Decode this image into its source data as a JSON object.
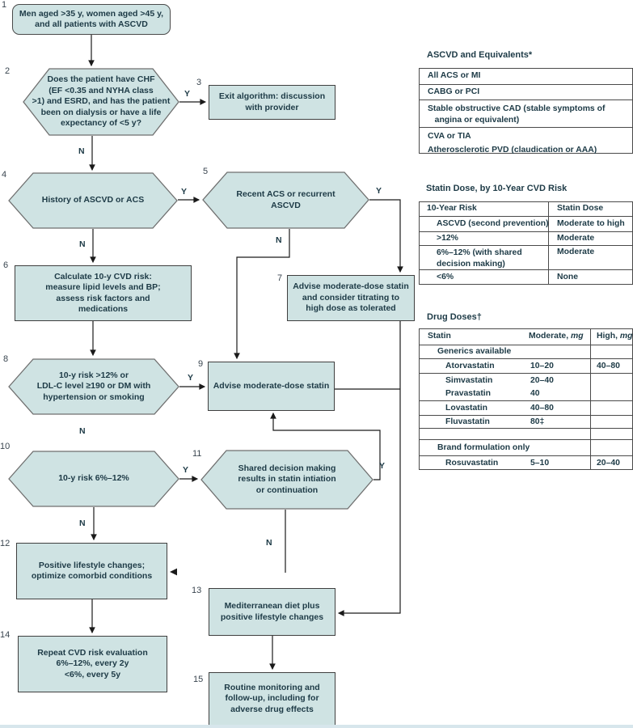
{
  "figure": {
    "nodes": [
      {
        "num": "1",
        "text": "Men aged >35 y, women aged >45 y,\nand all patients with ASCVD"
      },
      {
        "num": "2",
        "text": "Does the patient have CHF\n(EF <0.35 and NYHA class\n>1) and ESRD, and has the patient\nbeen on dialysis or have a life\nexpectancy of <5 y?"
      },
      {
        "num": "3",
        "text": "Exit algorithm: discussion\nwith provider"
      },
      {
        "num": "4",
        "text": "History of ASCVD or ACS"
      },
      {
        "num": "5",
        "text": "Recent ACS or recurrent\nASCVD"
      },
      {
        "num": "6",
        "text": "Calculate 10-y CVD risk:\nmeasure lipid levels and BP;\nassess risk factors and\nmedications"
      },
      {
        "num": "7",
        "text": "Advise moderate-dose statin\nand consider titrating to\nhigh dose as tolerated"
      },
      {
        "num": "8",
        "text": "10-y risk >12% or\nLDL-C level ≥190 or DM with\nhypertension or smoking"
      },
      {
        "num": "9",
        "text": "Advise moderate-dose statin"
      },
      {
        "num": "10",
        "text": "10-y risk 6%–12%"
      },
      {
        "num": "11",
        "text": "Shared decision making\nresults in statin intiation\nor continuation"
      },
      {
        "num": "12",
        "text": "Positive lifestyle changes;\noptimize comorbid conditions"
      },
      {
        "num": "13",
        "text": "Mediterranean diet plus\npositive lifestyle changes"
      },
      {
        "num": "14",
        "text": "Repeat CVD risk evaluation\n6%–12%, every 2y\n<6%, every 5y"
      },
      {
        "num": "15",
        "text": "Routine monitoring and\nfollow-up, including for\nadverse drug effects"
      }
    ],
    "labels": {
      "yes": "Y",
      "no": "N"
    }
  },
  "tables": {
    "ascvd": {
      "title": "ASCVD and Equivalents*",
      "rows": [
        "All ACS or MI",
        "CABG or PCI",
        "Stable obstructive CAD (stable symptoms of\n   angina or equivalent)",
        "CVA or TIA\nAtherosclerotic PVD (claudication or AAA)"
      ]
    },
    "statin_dose": {
      "title": "Statin Dose, by 10-Year CVD Risk",
      "headers": {
        "risk": "10-Year Risk",
        "dose": "Statin Dose"
      },
      "rows": [
        {
          "risk": "ASCVD (second prevention)",
          "dose": "Moderate to high"
        },
        {
          "risk": ">12%",
          "dose": "Moderate"
        },
        {
          "risk": "6%–12% (with shared\ndecision making)",
          "dose": "Moderate"
        },
        {
          "risk": "<6%",
          "dose": "None"
        }
      ]
    },
    "drug_doses": {
      "title": "Drug Doses†",
      "headers": {
        "statin": "Statin",
        "moderate": "Moderate, ",
        "high": "High, ",
        "unit": "mg"
      },
      "groups": [
        {
          "label": "Generics available",
          "rows": [
            {
              "name": "Atorvastatin",
              "moderate": "10–20",
              "high": "40–80"
            },
            {
              "name": "Simvastatin",
              "moderate": "20–40",
              "high": ""
            },
            {
              "name": "Pravastatin",
              "moderate": "40",
              "high": ""
            },
            {
              "name": "Lovastatin",
              "moderate": "40–80",
              "high": ""
            },
            {
              "name": "Fluvastatin",
              "moderate": "80‡",
              "high": ""
            }
          ]
        },
        {
          "label": "Brand formulation only",
          "rows": [
            {
              "name": "Rosuvastatin",
              "moderate": "5–10",
              "high": "20–40"
            }
          ]
        }
      ]
    }
  },
  "colors": {
    "node_fill": "#cfe3e3",
    "rect_border": "#3f3f3f",
    "hex_border": "#6f6f6f",
    "text": "#1d3a46",
    "line": "#1a1a1a",
    "table_rule": "#4a4a4a"
  }
}
